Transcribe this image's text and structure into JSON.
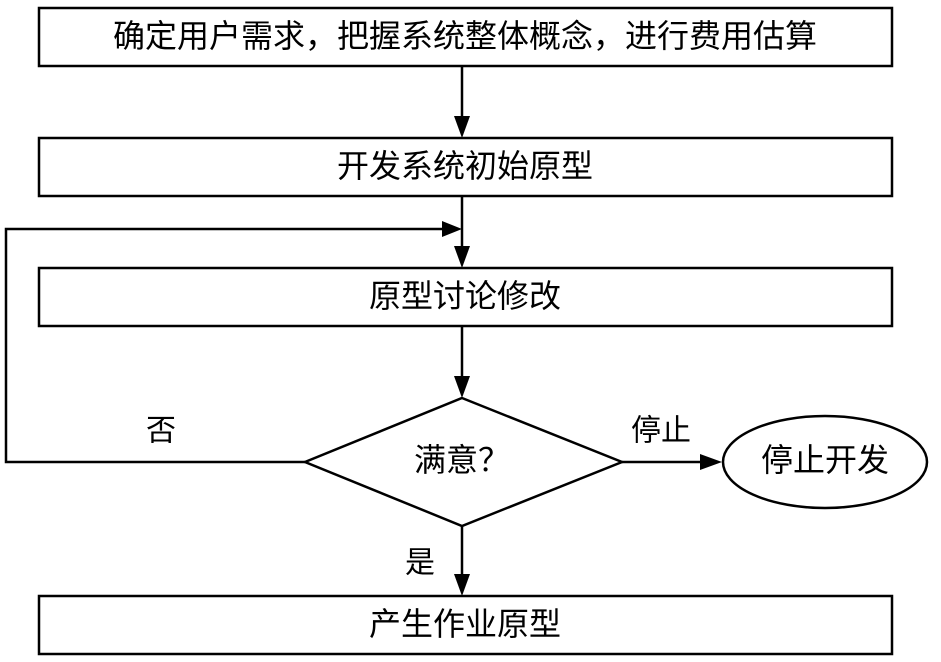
{
  "nodes": {
    "requirements": "确定用户需求，把握系统整体概念，进行费用估算",
    "initial_prototype": "开发系统初始原型",
    "discuss_modify": "原型讨论修改",
    "satisfied_decision": "满意？",
    "stop_development": "停止开发",
    "final_prototype": "产生作业原型"
  },
  "edge_labels": {
    "no": "否",
    "stop": "停止",
    "yes": "是"
  }
}
